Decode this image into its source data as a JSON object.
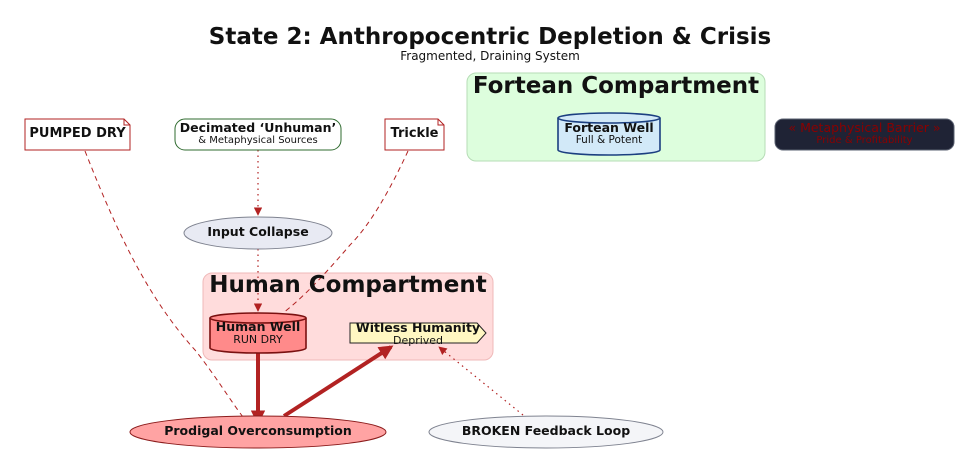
{
  "title": "State 2: Anthropocentric Depletion & Crisis",
  "subtitle": "Fragmented, Draining System",
  "clusters": {
    "fortean": "Fortean Compartment",
    "human": "Human Compartment"
  },
  "nodes": {
    "pumped_dry": "PUMPED DRY",
    "decimated_title": "Decimated ‘Unhuman’",
    "decimated_sub": "& Metaphysical Sources",
    "trickle": "Trickle",
    "fortean_well_title": "Fortean Well",
    "fortean_well_sub": "Full & Potent",
    "barrier_title": "« Metaphysical Barrier »",
    "barrier_sub": "Pride & Profitability",
    "input_collapse": "Input Collapse",
    "human_well_title": "Human Well",
    "human_well_sub": "RUN DRY",
    "witless_title": "Witless Humanity",
    "witless_sub": "Deprived",
    "prodigal": "Prodigal Overconsumption",
    "broken_loop": "BROKEN Feedback Loop"
  },
  "colors": {
    "edge_red": "#b22222",
    "barrier_text": "#8b0000",
    "barrier_fill": "#1f2335"
  }
}
